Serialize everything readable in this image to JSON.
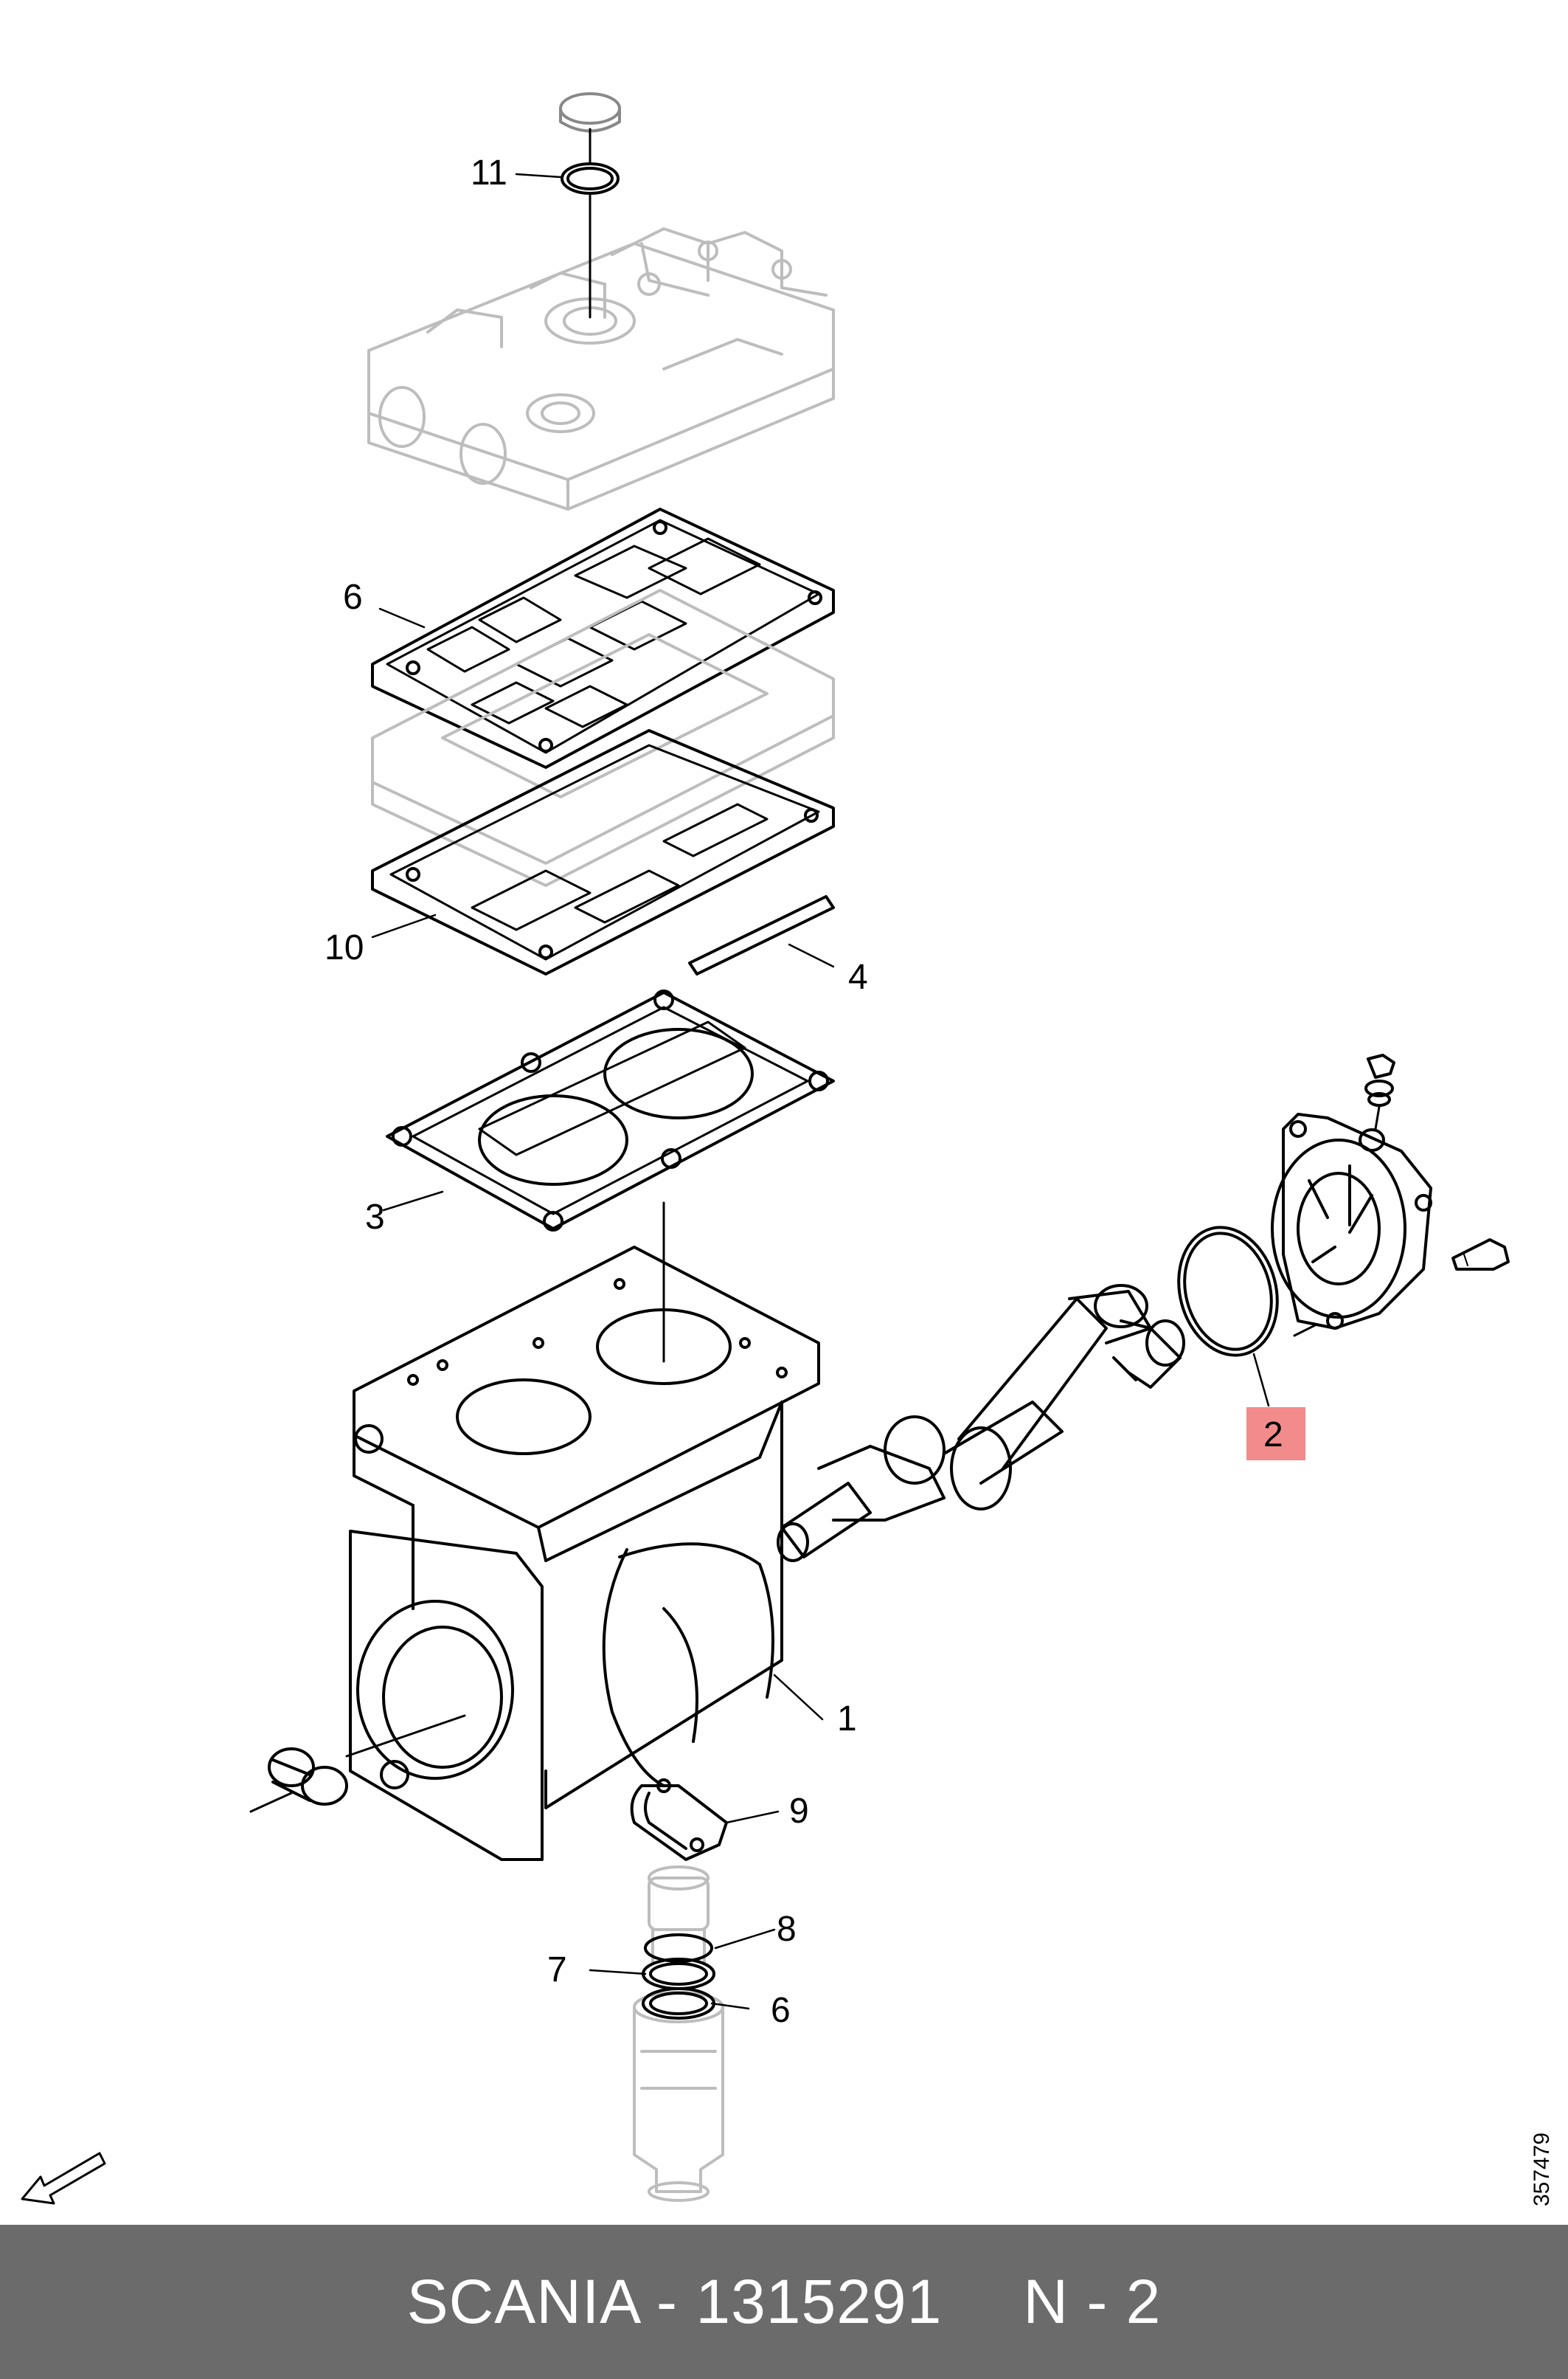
{
  "diagram": {
    "callouts": {
      "c11": "11",
      "c6a": "6",
      "c10": "10",
      "c4": "4",
      "c3": "3",
      "c2": "2",
      "c1": "1",
      "c9": "9",
      "c8": "8",
      "c7": "7",
      "c6b": "6"
    },
    "highlight_color": "#f28b8b",
    "drawing_id": "357479"
  },
  "footer": {
    "brand_part": "SCANIA - 1315291",
    "position": "N - 2",
    "background_color": "#6b6b6b"
  }
}
